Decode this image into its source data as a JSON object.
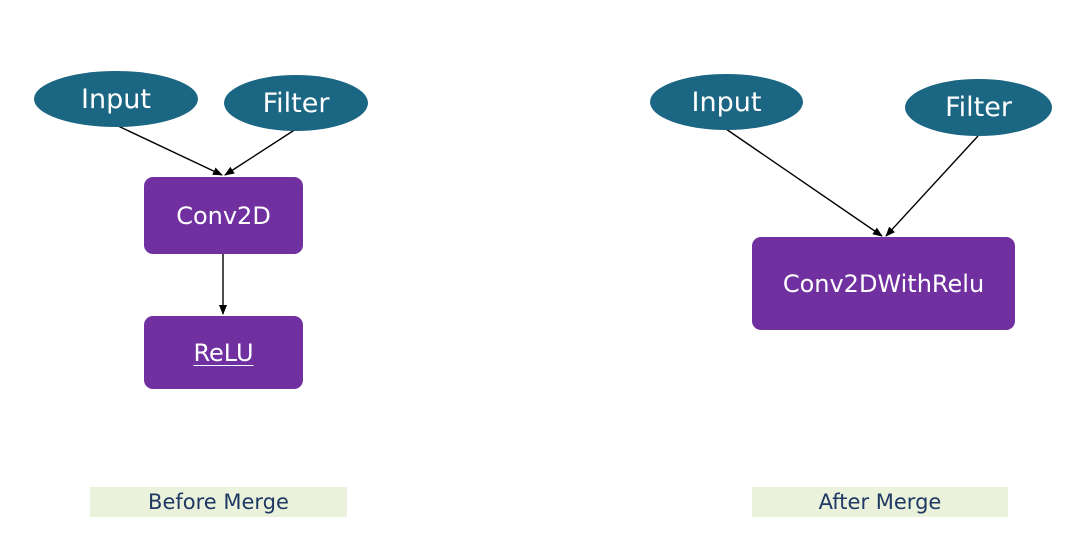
{
  "before": {
    "input_label": "Input",
    "filter_label": "Filter",
    "conv_label": "Conv2D",
    "relu_label": "ReLU",
    "caption": "Before Merge"
  },
  "after": {
    "input_label": "Input",
    "filter_label": "Filter",
    "fused_label": "Conv2DWithRelu",
    "caption": "After Merge"
  },
  "colors": {
    "input_node": "#1a6683",
    "op_node": "#7030a0",
    "caption_bg": "#eaf2dc",
    "caption_text": "#1f3864",
    "edge": "#000000"
  }
}
